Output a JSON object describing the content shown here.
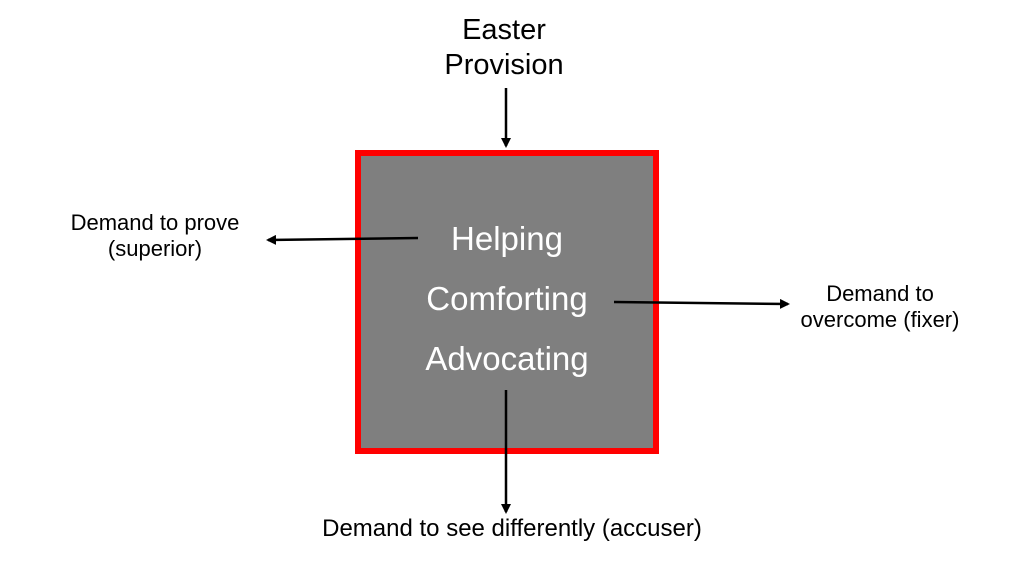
{
  "diagram": {
    "top_label": [
      "Easter",
      "Provision"
    ],
    "box_items": [
      "Helping",
      "Comforting",
      "Advocating"
    ],
    "left_label": [
      "Demand to prove",
      "(superior)"
    ],
    "right_label": [
      "Demand to",
      "overcome (fixer)"
    ],
    "bottom_label": "Demand to see differently (accuser)",
    "colors": {
      "box_fill": "#7f7f7f",
      "box_border": "#ff0000",
      "box_text": "#ffffff",
      "arrow": "#000000",
      "label_text": "#000000"
    }
  }
}
